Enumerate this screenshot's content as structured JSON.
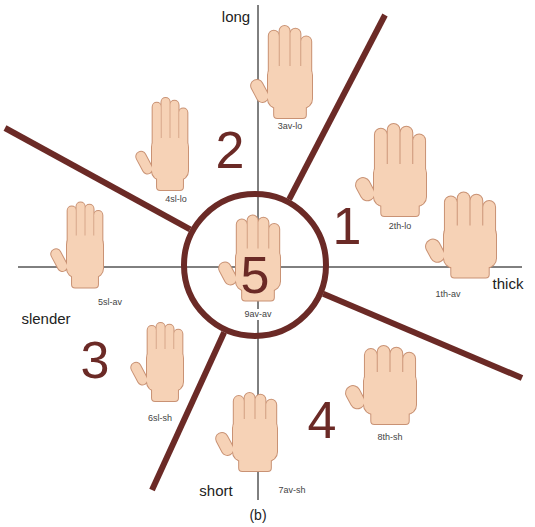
{
  "diagram": {
    "caption": "(b)",
    "nodes": [
      {
        "text": [
          "5"
        ]
      }
    ],
    "labels": [
      "long",
      "2",
      "3av-lo",
      "4sl-lo",
      "1",
      "2th-lo",
      "slender",
      "thick",
      "5sl-av",
      "9av-av",
      "1th-av",
      "3",
      "6sl-sh",
      "4",
      "8th-sh",
      "short",
      "7av-sh"
    ]
  }
}
